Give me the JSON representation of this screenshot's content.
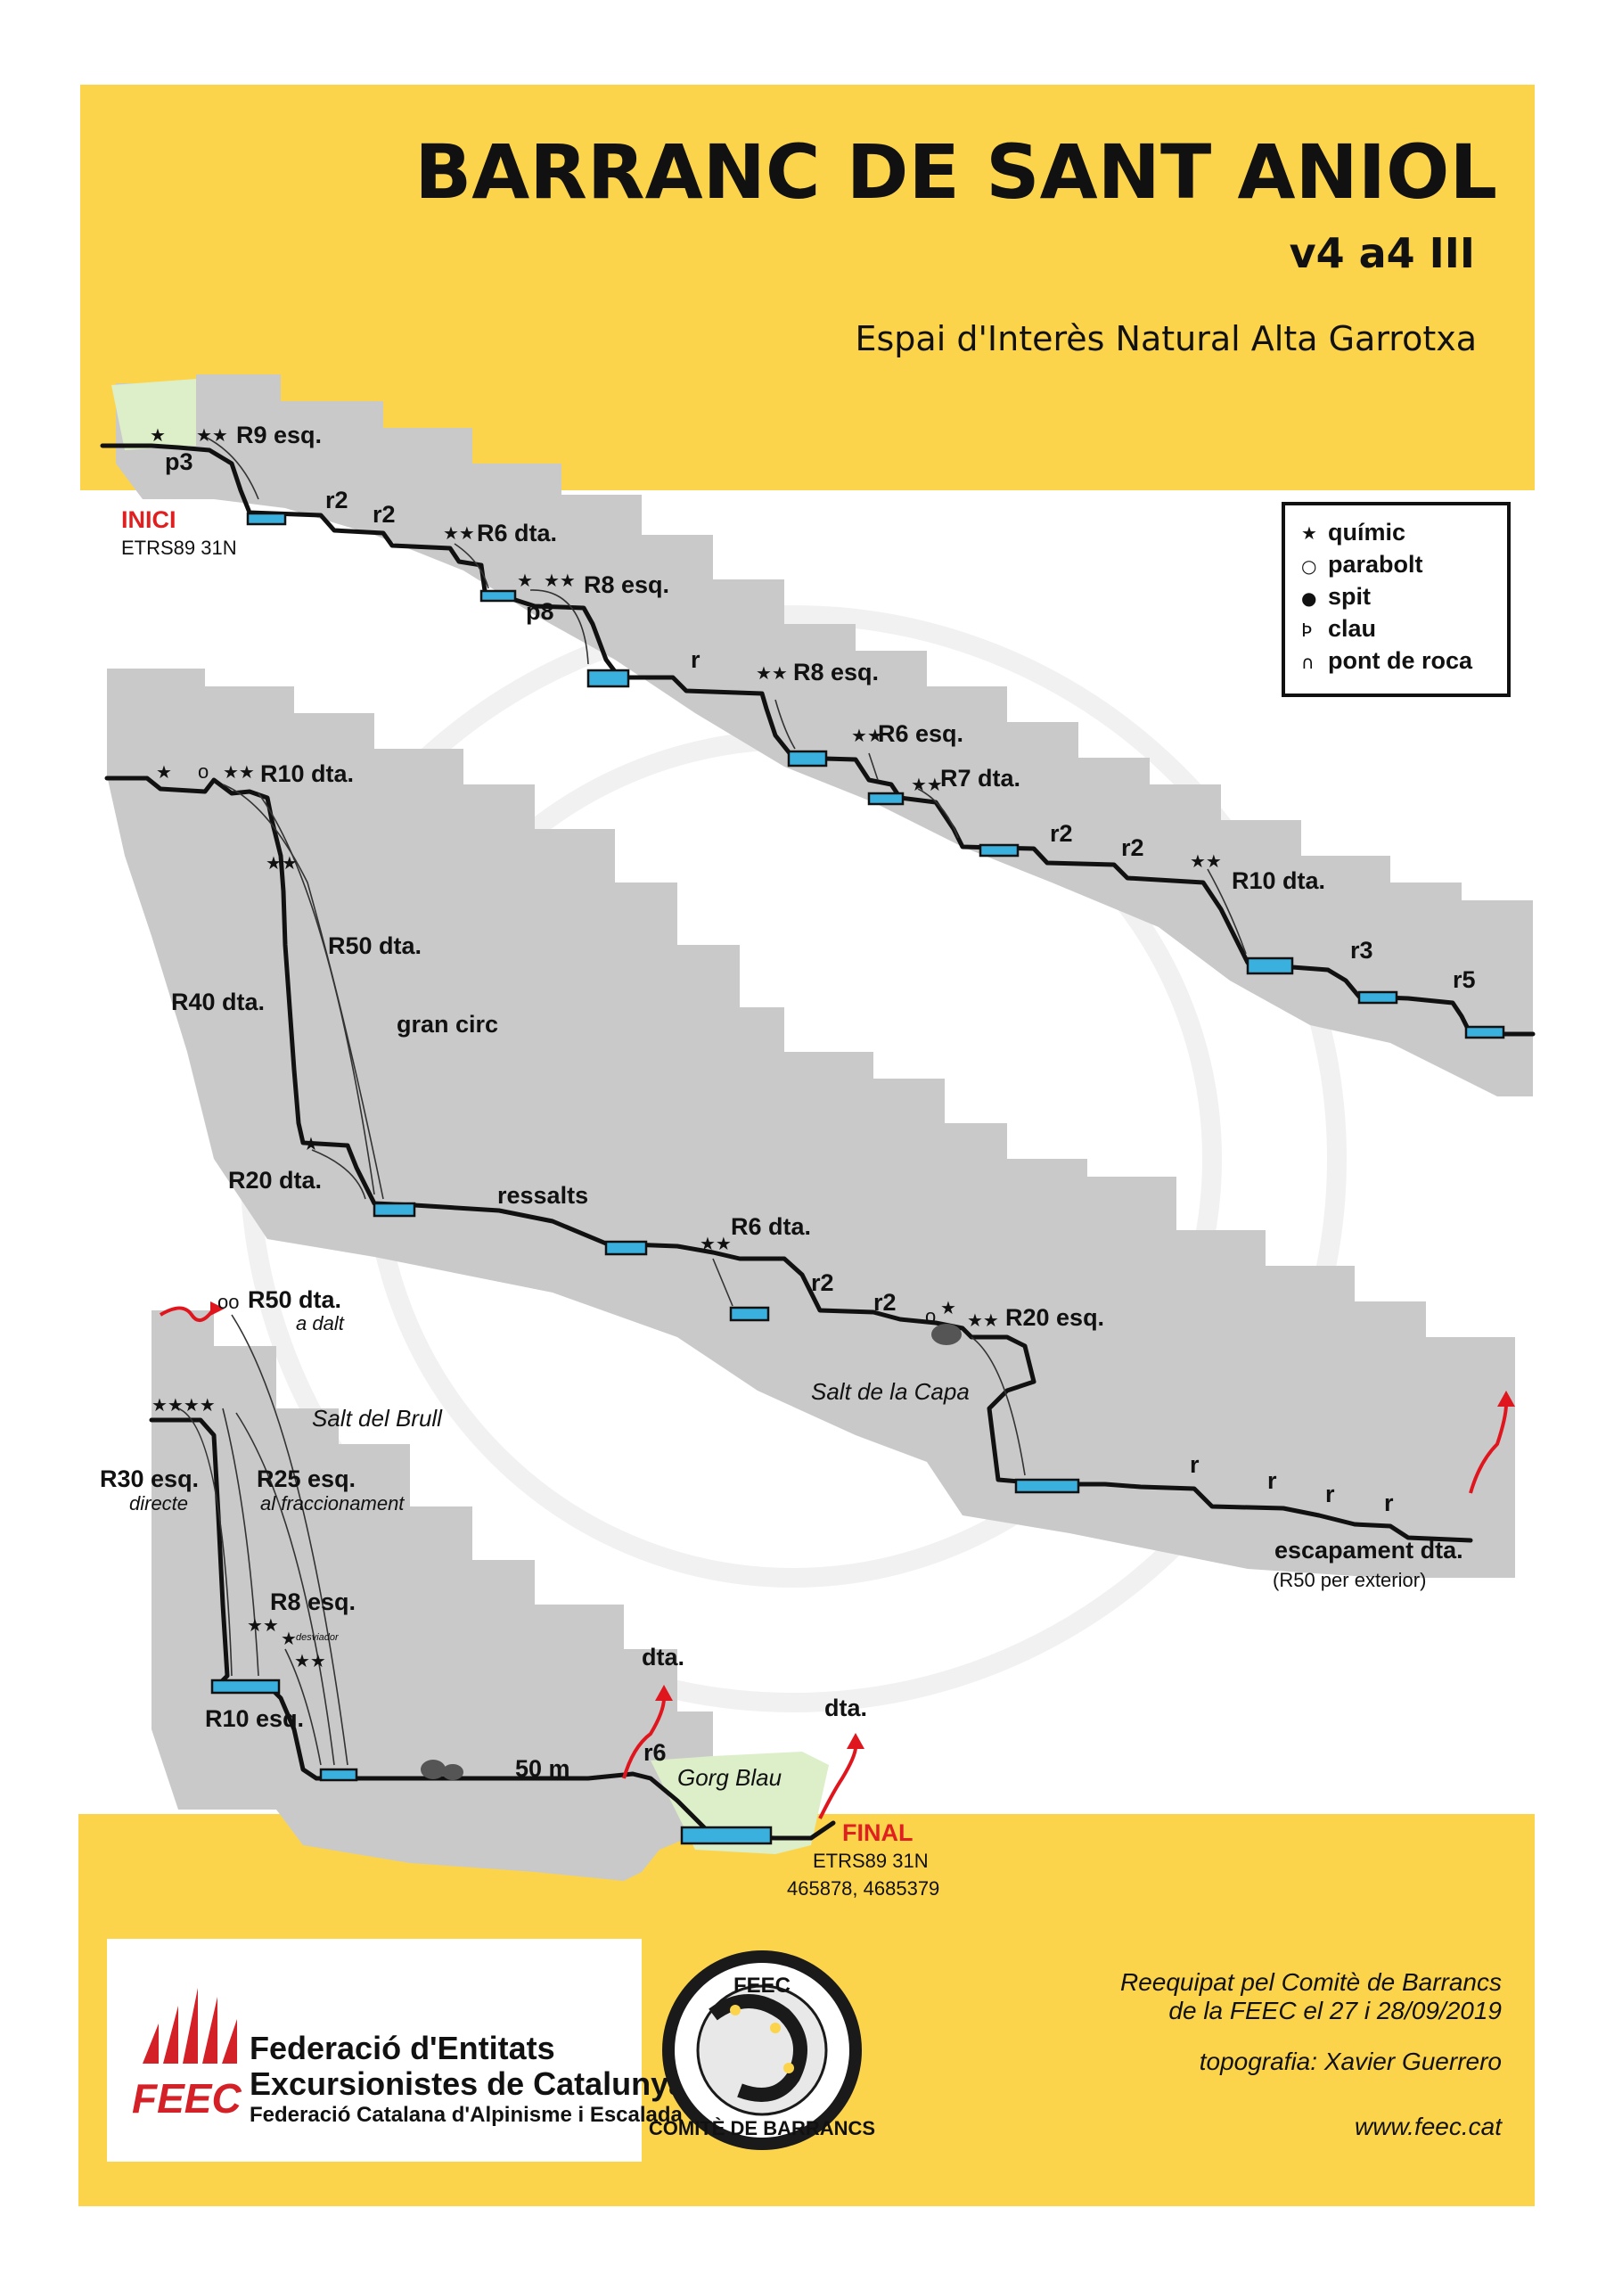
{
  "header": {
    "title": "BARRANC DE SANT ANIOL",
    "grade": "v4 a4 III",
    "subtitle": "Espai d'Interès Natural Alta Garrotxa"
  },
  "legend": {
    "items": [
      {
        "icon": "star-icon",
        "glyph": "★",
        "label": "químic"
      },
      {
        "icon": "circle-icon",
        "glyph": "○",
        "label": "parabolt"
      },
      {
        "icon": "dot-icon",
        "glyph": "●",
        "label": "spit"
      },
      {
        "icon": "nail-icon",
        "glyph": "Þ",
        "label": "clau"
      },
      {
        "icon": "arch-icon",
        "glyph": "∩",
        "label": "pont de roca"
      }
    ]
  },
  "start": {
    "label": "INICI",
    "coords": "ETRS89 31N"
  },
  "finish": {
    "label": "FINAL",
    "coords": "ETRS89 31N",
    "utm": "465878, 4685379"
  },
  "sections": {
    "s1": {
      "p3": "p3",
      "r9": "R9 esq.",
      "r2a": "r2",
      "r2b": "r2",
      "r6": "R6 dta.",
      "p8": "p8",
      "r8a": "R8 esq.",
      "r": "r",
      "r8b": "R8 esq.",
      "r6b": "R6 esq.",
      "r7": "R7 dta.",
      "r2c": "r2",
      "r2d": "r2",
      "r10": "R10 dta.",
      "r3": "r3",
      "r5": "r5"
    },
    "s2": {
      "r10": "R10 dta.",
      "r50": "R50 dta.",
      "r40": "R40 dta.",
      "gran_circ": "gran circ",
      "r20": "R20 dta.",
      "ressalts": "ressalts",
      "r6": "R6 dta.",
      "r2a": "r2",
      "r2b": "r2",
      "r20b": "R20 esq.",
      "salt_capa": "Salt de la Capa",
      "ra": "r",
      "rb": "r",
      "rc": "r",
      "rd": "r",
      "escapament": "escapament dta.",
      "escapament_note": "(R50 per exterior)"
    },
    "s3": {
      "r50": "R50 dta.",
      "r50_note": "a dalt",
      "salt_brull": "Salt del Brull",
      "r30": "R30 esq.",
      "r30_note": "directe",
      "r25": "R25 esq.",
      "r25_note": "al fraccionament",
      "r8": "R8 esq.",
      "desviador": "desviador",
      "r10": "R10 esq.",
      "m50": "50 m",
      "dta1": "dta.",
      "r6": "r6",
      "gorg_blau": "Gorg Blau",
      "dta2": "dta."
    }
  },
  "credits": {
    "line1": "Reequipat pel Comitè de Barrancs",
    "line2": "de la FEEC el 27 i 28/09/2019",
    "topo": "topografia: Xavier Guerrero",
    "web": "www.feec.cat"
  },
  "feec": {
    "line1": "Federació d'Entitats",
    "line2": "Excursionistes de Catalunya",
    "line3": "Federació Catalana d'Alpinisme i Escalada",
    "logo_text": "FEEC"
  },
  "badge": {
    "top": "FEEC",
    "bottom": "COMITÈ DE BARRANCS"
  },
  "colors": {
    "yellow": "#fcd44c",
    "rock": "#d9d9d9",
    "pool": "#3ab0de",
    "arrow": "#e0161e",
    "grass": "#dcefc8"
  }
}
